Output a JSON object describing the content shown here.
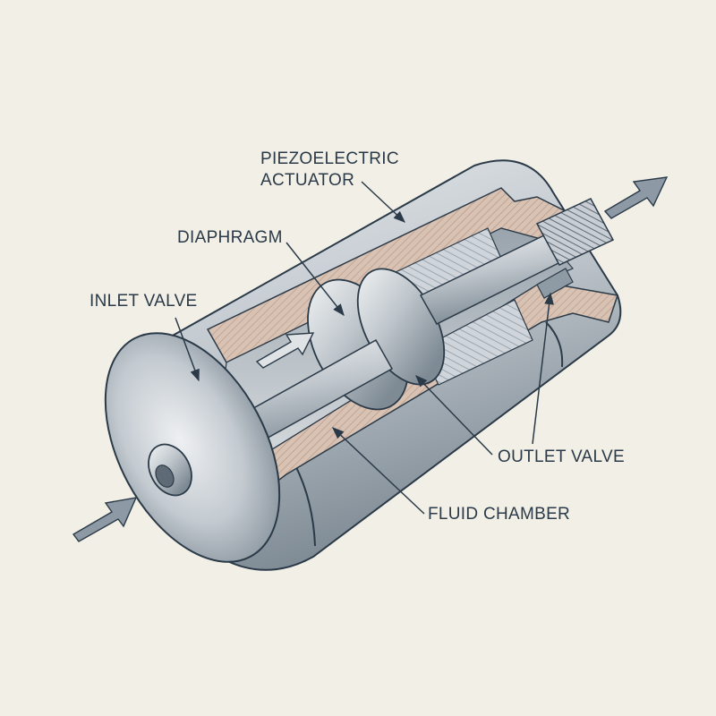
{
  "labels": {
    "piezo_line1": "PIEZOELECTRIC",
    "piezo_line2": "ACTUATOR",
    "diaphragm": "DIAPHRAGM",
    "inlet_valve": "INLET VALVE",
    "outlet_valve": "OUTLET VALVE",
    "fluid_chamber": "FLUID CHAMBER"
  },
  "colors": {
    "background": "#f1efe6",
    "ink": "#2b3a48",
    "metal_light": "#dfe3e6",
    "metal_mid": "#aeb6bd",
    "metal_dark": "#6f7b86",
    "section_hatch": "#c9ad9c",
    "arrow_fill": "#8d9aa5"
  },
  "icons": [
    "inflow-arrow-icon",
    "outflow-arrow-icon",
    "internal-flow-arrow-icon"
  ]
}
